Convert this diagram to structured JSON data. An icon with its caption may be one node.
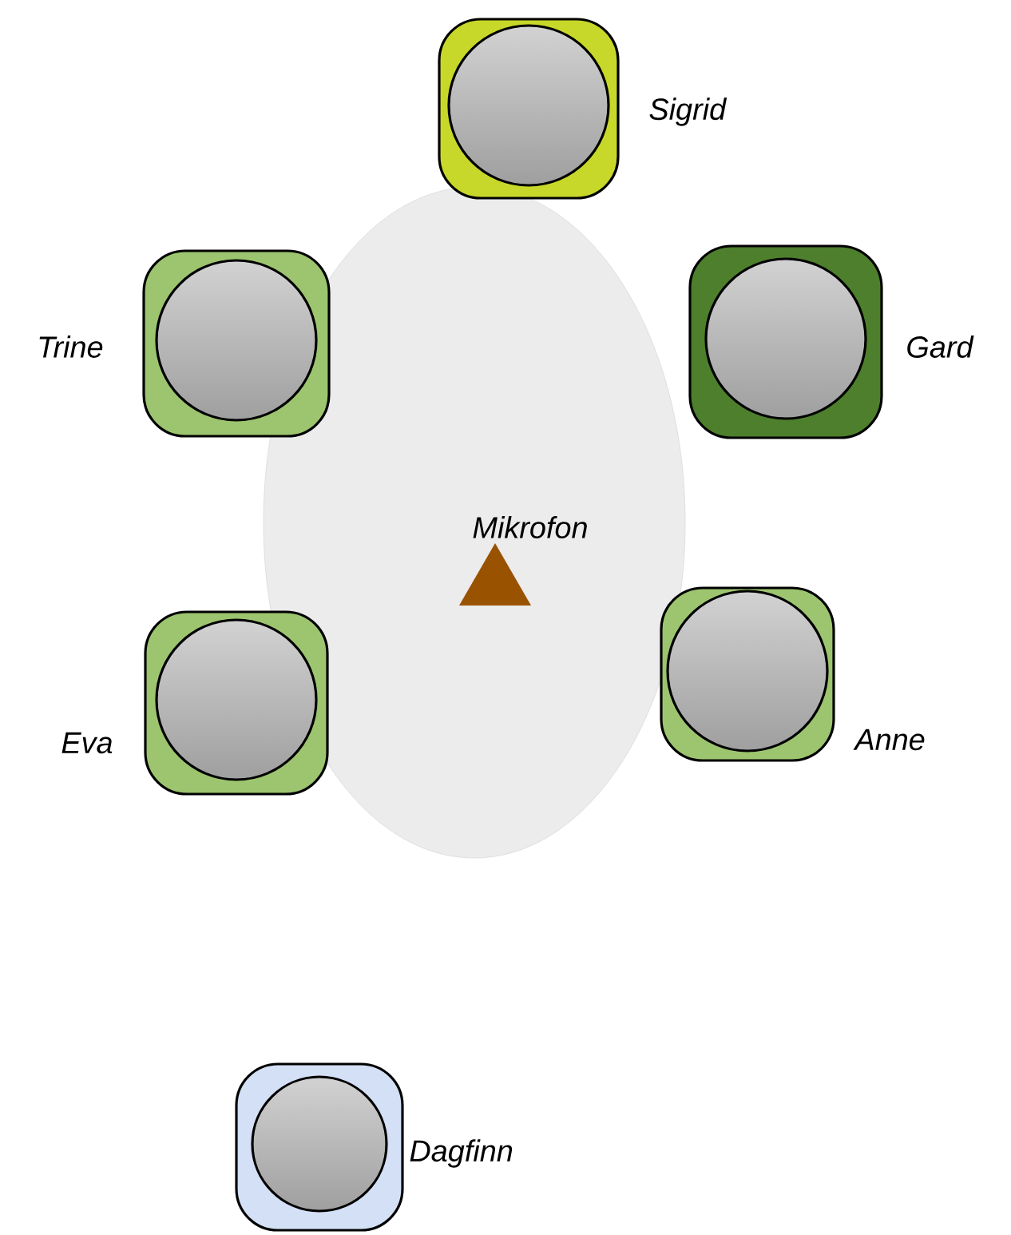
{
  "diagram": {
    "nodes": [
      {
        "text": [],
        "shape": "ellipse"
      },
      {
        "text": [
          "Mikrofon"
        ],
        "in": 0
      },
      {
        "text": [
          "Sigrid"
        ]
      },
      {
        "text": [
          "Trine"
        ]
      },
      {
        "text": [
          "Gard"
        ]
      },
      {
        "text": [
          "Eva"
        ]
      },
      {
        "text": [
          "Anne"
        ]
      },
      {
        "text": [
          "Dagfinn"
        ]
      }
    ]
  }
}
